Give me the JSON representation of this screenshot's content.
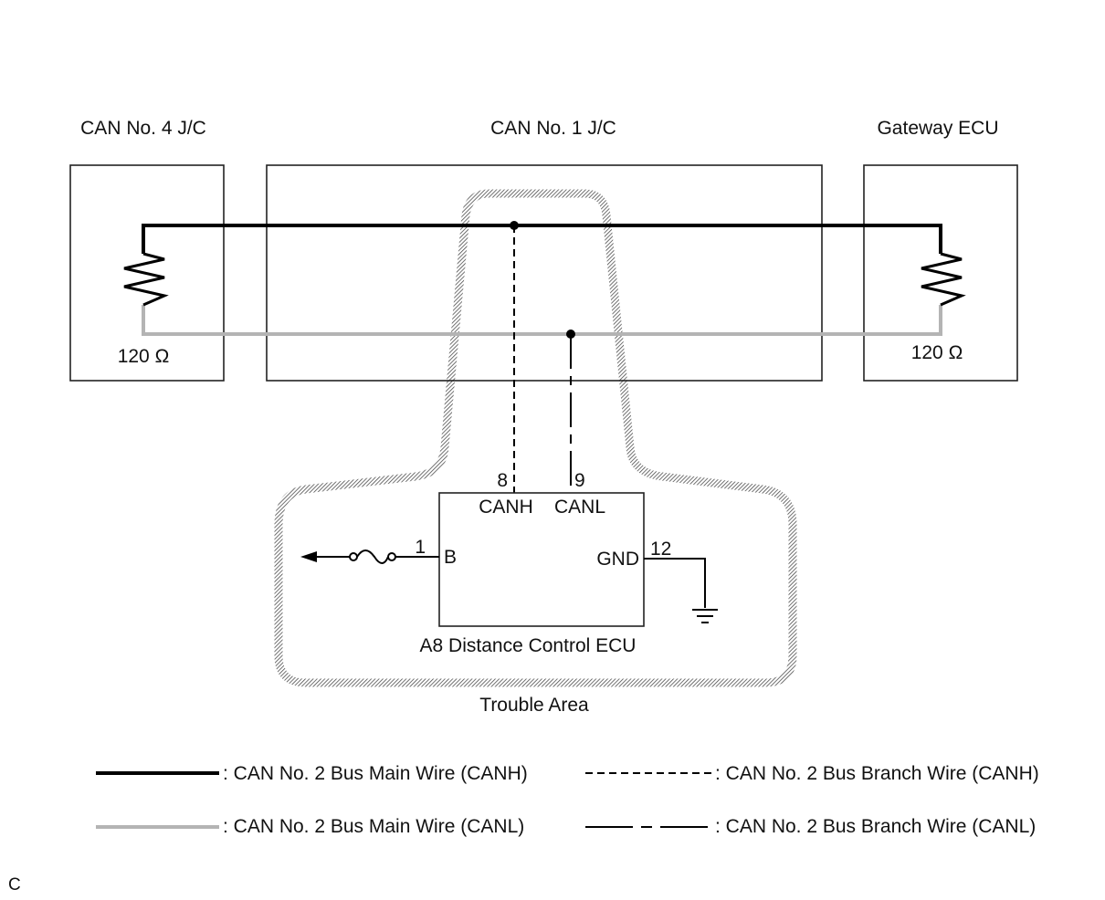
{
  "blocks": {
    "jc4": {
      "title": "CAN No. 4 J/C",
      "resistor": "120 Ω"
    },
    "jc1": {
      "title": "CAN No. 1 J/C"
    },
    "gateway": {
      "title": "Gateway ECU",
      "resistor": "120 Ω"
    }
  },
  "ecu": {
    "name": "A8 Distance Control ECU",
    "pins": {
      "canh_num": "8",
      "canh_name": "CANH",
      "canl_num": "9",
      "canl_name": "CANL",
      "b_num": "1",
      "b_name": "B",
      "gnd_num": "12",
      "gnd_name": "GND"
    }
  },
  "trouble_area": "Trouble Area",
  "legend": {
    "main_canh": ": CAN No. 2 Bus Main Wire (CANH)",
    "branch_canh": ": CAN No. 2 Bus Branch Wire (CANH)",
    "main_canl": ": CAN No. 2 Bus Main Wire (CANL)",
    "branch_canl": ": CAN No. 2 Bus Branch Wire (CANL)"
  },
  "corner_code": "C",
  "colors": {
    "canh": "#000000",
    "canl": "#b4b4b4",
    "box": "#222222"
  }
}
